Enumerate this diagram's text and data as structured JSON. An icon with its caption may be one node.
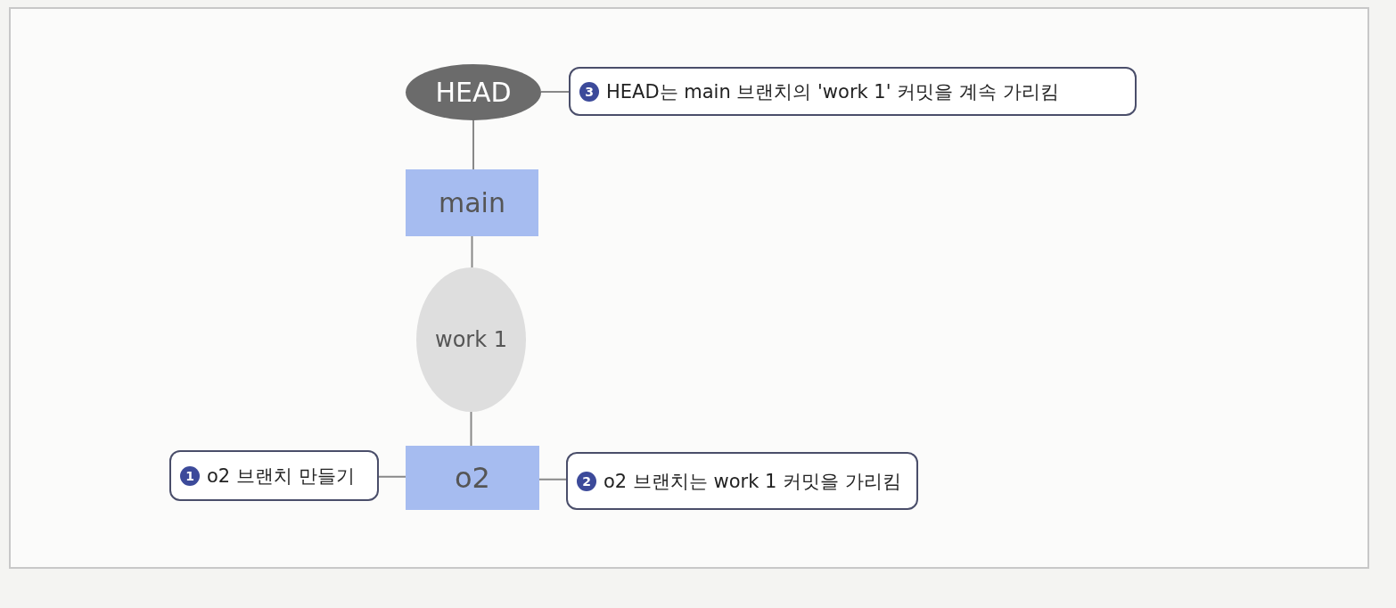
{
  "diagram": {
    "nodes": [
      {
        "text": [
          "HEAD"
        ]
      },
      {
        "text": [
          "3",
          "HEAD는 main 브랜치의 'work 1' 커밋을 계속 가리킴"
        ]
      },
      {
        "text": [
          "main"
        ]
      },
      {
        "text": [
          "work 1"
        ]
      },
      {
        "text": [
          "1",
          "o2 브랜치 만들기"
        ]
      },
      {
        "text": [
          "o2"
        ]
      },
      {
        "text": [
          "2",
          "o2 브랜치는 work 1 커밋을 가리킴"
        ]
      }
    ],
    "edges": [
      {
        "from": 0,
        "to": 2,
        "arrow": "none"
      },
      {
        "from": 2,
        "to": 3,
        "arrow": "none"
      },
      {
        "from": 3,
        "to": 5,
        "arrow": "none"
      },
      {
        "from": 0,
        "to": 1,
        "arrow": "none"
      },
      {
        "from": 4,
        "to": 5,
        "arrow": "none"
      },
      {
        "from": 5,
        "to": 6,
        "arrow": "none"
      }
    ]
  }
}
